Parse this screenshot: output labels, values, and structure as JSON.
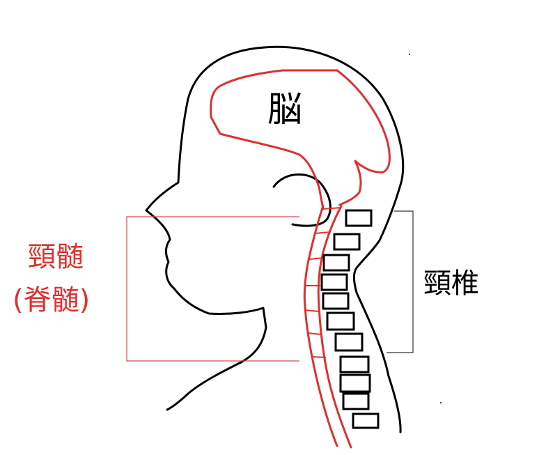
{
  "labels": {
    "brain": "脳",
    "cervical_spinal_cord": "頸髄",
    "spinal_cord_parenthetical": "(脊髄)",
    "cervical_vertebrae": "頸椎"
  },
  "colors": {
    "outline": "#000000",
    "nervous_system": "#e03030",
    "cord_bracket": "#d84a4a",
    "vertebra_bracket": "#333333",
    "background": "#ffffff"
  },
  "vertebrae_count": 11
}
